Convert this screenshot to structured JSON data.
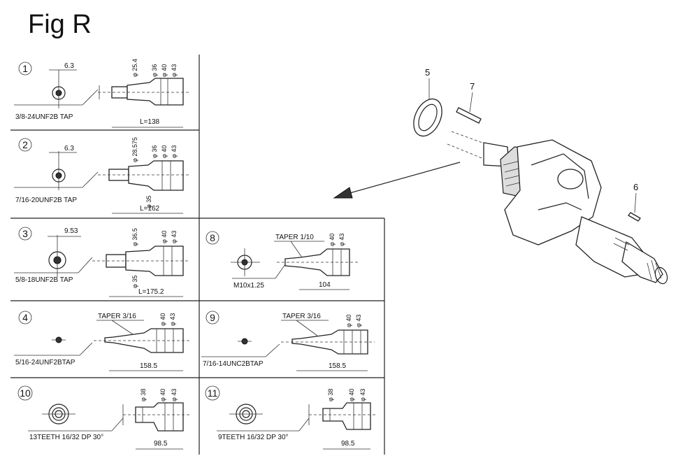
{
  "figure_title": "Fig R",
  "panels": [
    {
      "id": "1",
      "thread": "3/8-24UNF2B TAP",
      "dim_top": "6.3",
      "length": "L=138",
      "diameters": [
        "φ 25.4",
        "φ 36",
        "φ 40",
        "φ 43"
      ],
      "extra": ""
    },
    {
      "id": "2",
      "thread": "7/16-20UNF2B TAP",
      "dim_top": "6.3",
      "length": "L=162",
      "diameters": [
        "φ 28.575",
        "φ 36",
        "φ 40",
        "φ 43"
      ],
      "extra": "φ 35"
    },
    {
      "id": "3",
      "thread": "5/8-18UNF2B TAP",
      "dim_top": "9.53",
      "length": "L=175.2",
      "diameters": [
        "φ 36.5",
        "φ 40",
        "φ 43"
      ],
      "extra": "φ 35"
    },
    {
      "id": "4",
      "thread": "5/16-24UNF2BTAP",
      "taper": "TAPER 3/16",
      "length": "158.5",
      "diameters": [
        "φ 40",
        "φ 43"
      ]
    },
    {
      "id": "8",
      "thread": "M10x1.25",
      "taper": "TAPER 1/10",
      "length": "104",
      "diameters": [
        "φ 40",
        "φ 43"
      ]
    },
    {
      "id": "9",
      "thread": "7/16-14UNC2BTAP",
      "taper": "TAPER 3/16",
      "length": "158.5",
      "diameters": [
        "φ 40",
        "φ 43"
      ]
    },
    {
      "id": "10",
      "thread": "13TEETH 16/32 DP 30°",
      "length": "98.5",
      "diameters": [
        "φ 38",
        "φ 40",
        "φ 43"
      ]
    },
    {
      "id": "11",
      "thread": "9TEETH 16/32 DP 30°",
      "length": "98.5",
      "diameters": [
        "φ 38",
        "φ 40",
        "φ 43"
      ]
    }
  ],
  "callouts": [
    "5",
    "7",
    "6"
  ]
}
